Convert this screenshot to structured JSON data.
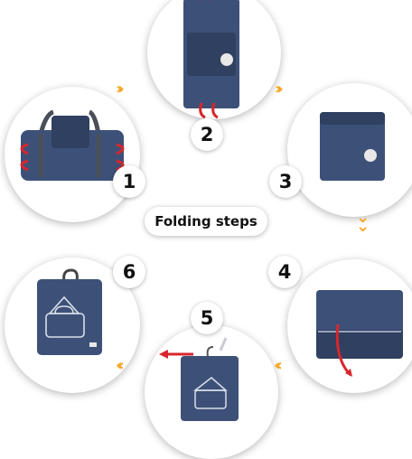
{
  "title": "Folding steps",
  "steps": [
    {
      "number": "1"
    },
    {
      "number": "2"
    },
    {
      "number": "3"
    },
    {
      "number": "4"
    },
    {
      "number": "5"
    },
    {
      "number": "6"
    }
  ],
  "colors": {
    "bag": "#3d5178",
    "bag_dark": "#2f4061",
    "strap": "#4a4f5a",
    "red_arrow": "#d8262c",
    "orange_arrow": "#f5a623"
  },
  "icons": {
    "flow_arrow": "double-chevron",
    "rotate_arrow": "curved-red-arrow"
  }
}
